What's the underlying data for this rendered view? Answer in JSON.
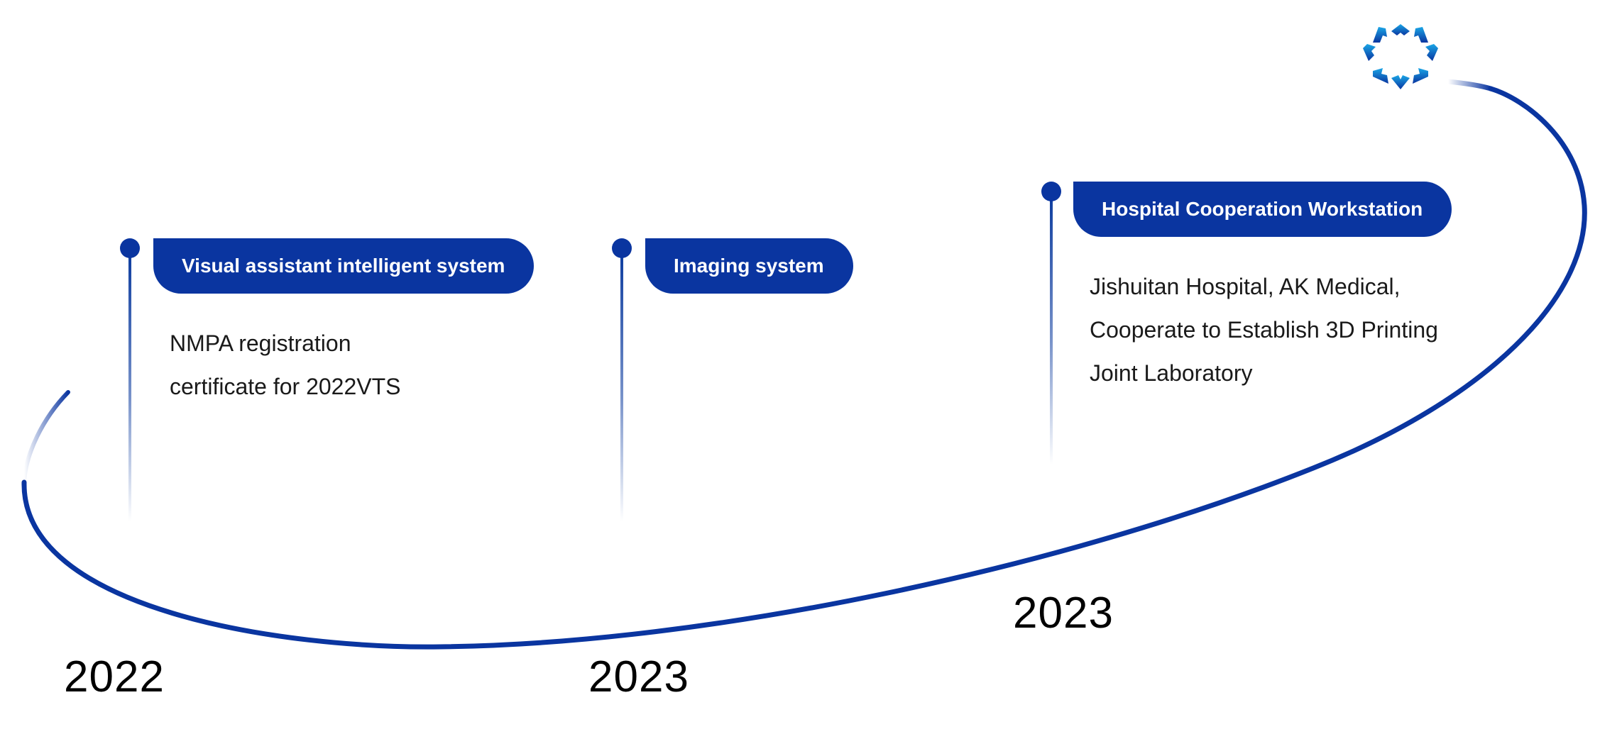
{
  "colors": {
    "primary": "#0a35a0",
    "logo_light": "#1a9be0",
    "logo_dark": "#0a35a0",
    "text": "#1a1a1a",
    "background": "#ffffff"
  },
  "logo": {
    "icon": "star-burst-logo-icon"
  },
  "milestones": [
    {
      "title": "Visual assistant intelligent system",
      "lines": [
        "NMPA registration",
        "certificate for 2022VTS"
      ],
      "year": "2022"
    },
    {
      "title": "Imaging system",
      "lines": [],
      "year": "2023"
    },
    {
      "title": "Hospital Cooperation Workstation",
      "lines": [
        "Jishuitan Hospital, AK Medical,",
        "Cooperate to Establish 3D Printing",
        "Joint Laboratory"
      ],
      "year": "2023"
    }
  ]
}
